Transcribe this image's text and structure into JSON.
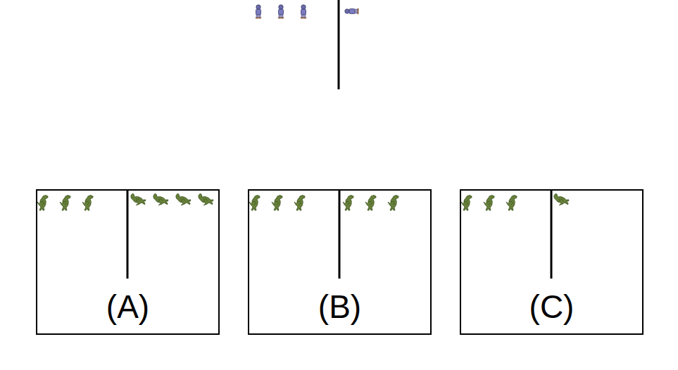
{
  "diagram": {
    "nodes": [
      {
        "text": [
          "(A)"
        ]
      },
      {
        "text": [
          "(B)"
        ]
      },
      {
        "text": [
          "(C)"
        ]
      }
    ]
  }
}
